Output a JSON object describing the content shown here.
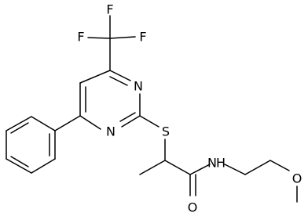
{
  "molecule": {
    "atoms": {
      "f_top": "F",
      "f_left": "F",
      "f_right": "F",
      "n_upper": "N",
      "n_lower": "N",
      "s": "S",
      "nh": "N",
      "nh_h": "H",
      "o_carbonyl": "O",
      "o_ether": "O"
    }
  },
  "colors": {
    "bond": "#000000",
    "label": "#000000",
    "background": "#ffffff"
  }
}
